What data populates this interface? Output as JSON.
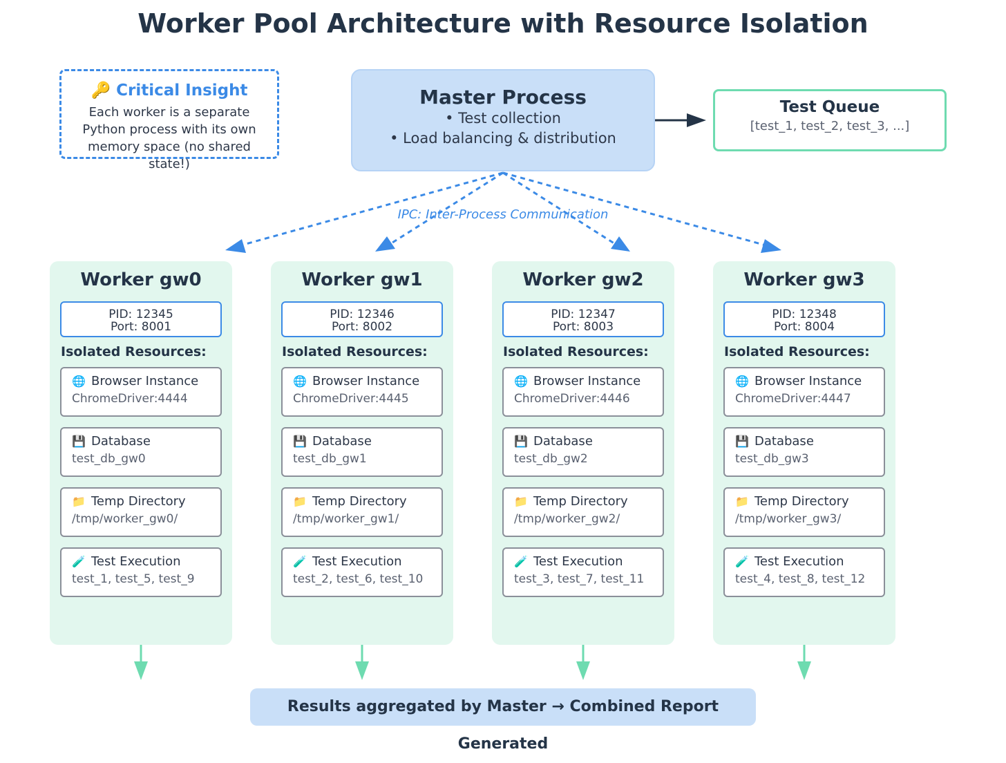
{
  "title": "Worker Pool Architecture with Resource Isolation",
  "insight": {
    "icon": "🔑",
    "title": "Critical Insight",
    "lines": [
      "Each worker is a separate",
      "Python process with its own",
      "memory space (no shared state!)"
    ]
  },
  "master": {
    "title": "Master Process",
    "items": [
      "• Test collection",
      "• Load balancing & distribution"
    ]
  },
  "queue": {
    "title": "Test Queue",
    "items": "[test_1, test_2, test_3, ...]"
  },
  "ipc_label": "IPC: Inter-Process Communication",
  "isolated_label": "Isolated Resources:",
  "workers": [
    {
      "title": "Worker gw0",
      "pid": "PID: 12345",
      "port": "Port: 8001",
      "resources": [
        {
          "icon": "globe-icon",
          "glyph": "🌐",
          "name": "Browser Instance",
          "value": "ChromeDriver:4444"
        },
        {
          "icon": "floppy-disk-icon",
          "glyph": "💾",
          "name": "Database",
          "value": "test_db_gw0"
        },
        {
          "icon": "folder-icon",
          "glyph": "📁",
          "name": "Temp Directory",
          "value": "/tmp/worker_gw0/"
        },
        {
          "icon": "test-tube-icon",
          "glyph": "🧪",
          "name": "Test Execution",
          "value": "test_1, test_5, test_9"
        }
      ]
    },
    {
      "title": "Worker gw1",
      "pid": "PID: 12346",
      "port": "Port: 8002",
      "resources": [
        {
          "icon": "globe-icon",
          "glyph": "🌐",
          "name": "Browser Instance",
          "value": "ChromeDriver:4445"
        },
        {
          "icon": "floppy-disk-icon",
          "glyph": "💾",
          "name": "Database",
          "value": "test_db_gw1"
        },
        {
          "icon": "folder-icon",
          "glyph": "📁",
          "name": "Temp Directory",
          "value": "/tmp/worker_gw1/"
        },
        {
          "icon": "test-tube-icon",
          "glyph": "🧪",
          "name": "Test Execution",
          "value": "test_2, test_6, test_10"
        }
      ]
    },
    {
      "title": "Worker gw2",
      "pid": "PID: 12347",
      "port": "Port: 8003",
      "resources": [
        {
          "icon": "globe-icon",
          "glyph": "🌐",
          "name": "Browser Instance",
          "value": "ChromeDriver:4446"
        },
        {
          "icon": "floppy-disk-icon",
          "glyph": "💾",
          "name": "Database",
          "value": "test_db_gw2"
        },
        {
          "icon": "folder-icon",
          "glyph": "📁",
          "name": "Temp Directory",
          "value": "/tmp/worker_gw2/"
        },
        {
          "icon": "test-tube-icon",
          "glyph": "🧪",
          "name": "Test Execution",
          "value": "test_3, test_7, test_11"
        }
      ]
    },
    {
      "title": "Worker gw3",
      "pid": "PID: 12348",
      "port": "Port: 8004",
      "resources": [
        {
          "icon": "globe-icon",
          "glyph": "🌐",
          "name": "Browser Instance",
          "value": "ChromeDriver:4447"
        },
        {
          "icon": "floppy-disk-icon",
          "glyph": "💾",
          "name": "Database",
          "value": "test_db_gw3"
        },
        {
          "icon": "folder-icon",
          "glyph": "📁",
          "name": "Temp Directory",
          "value": "/tmp/worker_gw3/"
        },
        {
          "icon": "test-tube-icon",
          "glyph": "🧪",
          "name": "Test Execution",
          "value": "test_4, test_8, test_12"
        }
      ]
    }
  ],
  "results": "Results aggregated by Master → Combined Report Generated",
  "colors": {
    "ipc_arrow": "#3b8ae6",
    "result_arrow": "#6edbb0",
    "master_fill": "#c9dff8",
    "worker_fill": "#e2f7ee",
    "queue_border": "#6edbb0"
  }
}
